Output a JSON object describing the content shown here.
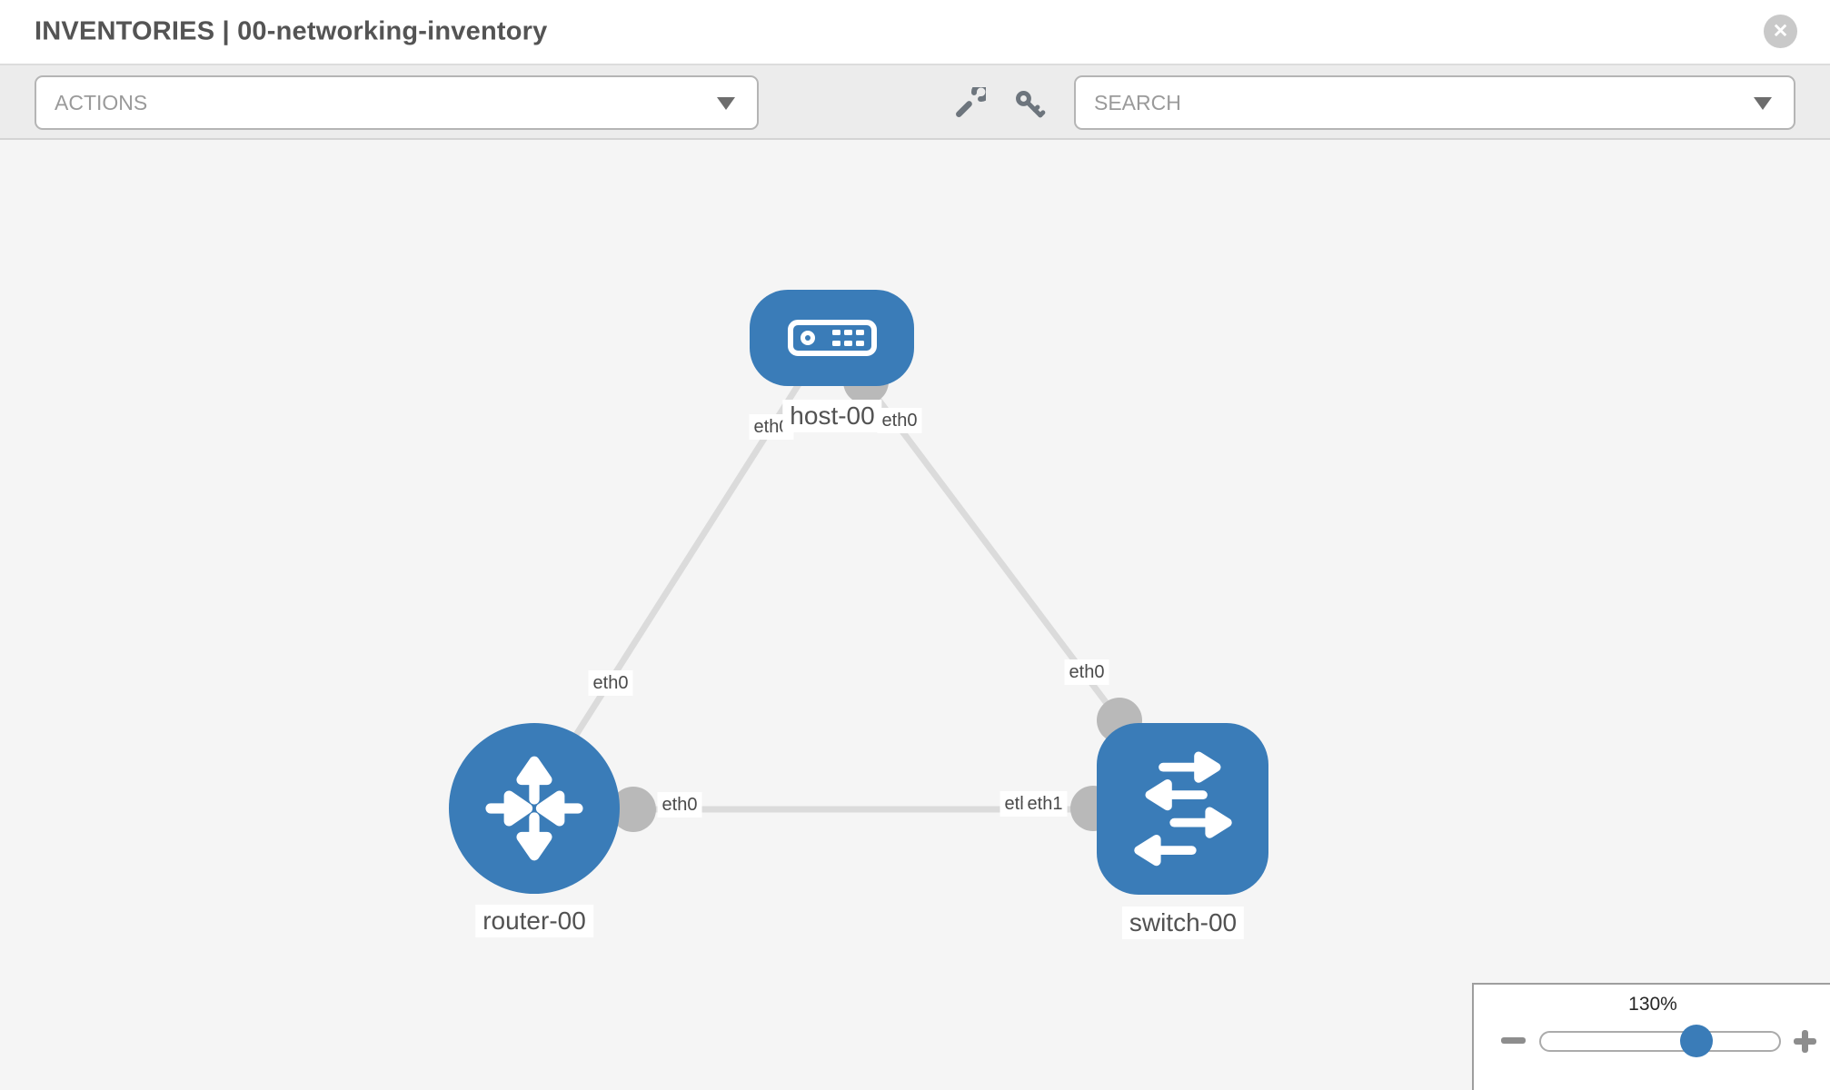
{
  "header": {
    "title": "INVENTORIES | 00-networking-inventory",
    "close_icon": "✕"
  },
  "toolbar": {
    "actions_label": "ACTIONS",
    "search_label": "SEARCH",
    "wrench_icon": "wrench",
    "key_icon": "key"
  },
  "diagram": {
    "nodes": [
      {
        "id": "host-00",
        "type": "host",
        "label": "host-00"
      },
      {
        "id": "router-00",
        "type": "router",
        "label": "router-00"
      },
      {
        "id": "switch-00",
        "type": "switch",
        "label": "switch-00"
      }
    ],
    "links": [
      {
        "source": "host-00",
        "target": "router-00",
        "source_interface": "eth0",
        "target_interface": "eth0"
      },
      {
        "source": "host-00",
        "target": "switch-00",
        "source_interface": "eth0",
        "target_interface": "eth0"
      },
      {
        "source": "router-00",
        "target": "switch-00",
        "source_interface": "eth0",
        "target_interface": "eth1",
        "target_interface_overlapped": "eth0"
      }
    ]
  },
  "zoom_control": {
    "value": "130%"
  },
  "colors": {
    "node_blue": "#3a7cb8",
    "link_gray": "#dbdbdb",
    "port_gray": "#b9b9b9",
    "toolbar_gray": "#ececec",
    "canvas_gray": "#f5f5f5"
  }
}
